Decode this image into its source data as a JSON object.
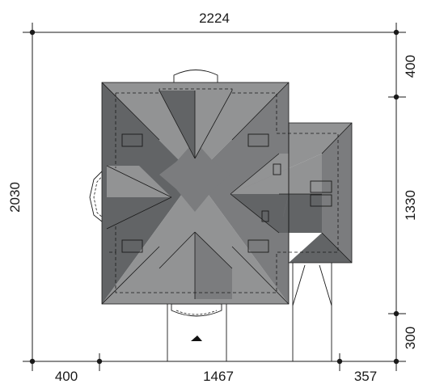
{
  "dimensions": {
    "top": "2224",
    "left": "2030",
    "right_top": "400",
    "right_middle": "1330",
    "right_bottom": "300",
    "bottom_left": "400",
    "bottom_middle": "1467",
    "bottom_right": "357"
  },
  "colors": {
    "roof_dark": "#626466",
    "roof_light": "#929394",
    "ridge": "#7b7c7e",
    "line": "#1a1a1a",
    "dash": "#1a1a1a"
  }
}
